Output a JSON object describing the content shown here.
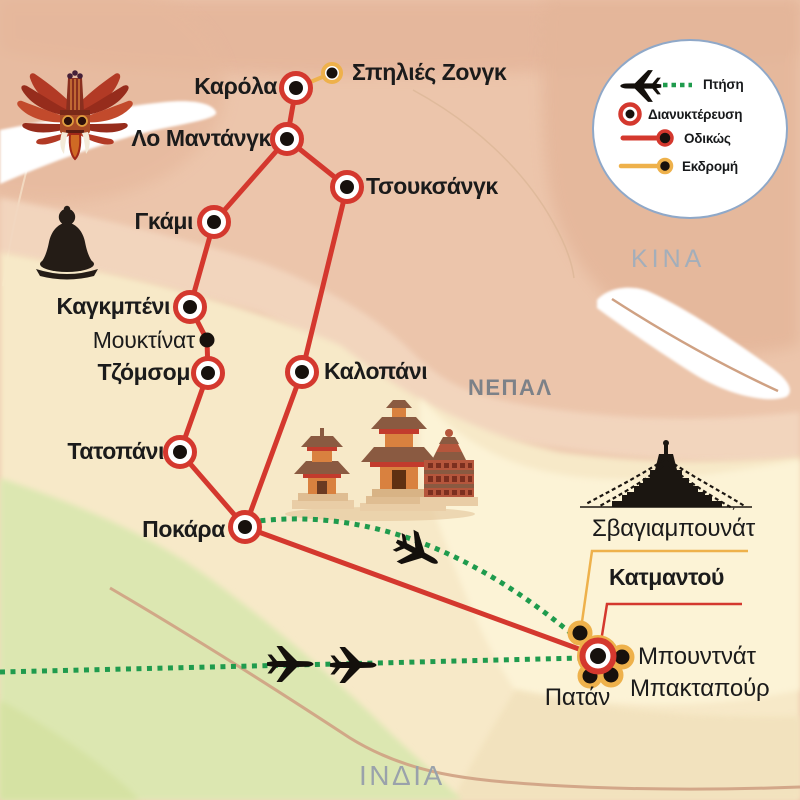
{
  "map": {
    "regions": [
      {
        "id": "kina",
        "label": "ΚΙΝΑ"
      },
      {
        "id": "nepal",
        "label": "ΝΕΠΑΛ"
      },
      {
        "id": "india",
        "label": "ΙΝΔΙΑ"
      }
    ],
    "stops": [
      {
        "id": "karola",
        "name": "Καρόλα",
        "type": "overnight"
      },
      {
        "id": "spilies-zonk",
        "name": "Σπηλιές Ζονγκ",
        "type": "excursion"
      },
      {
        "id": "lo-mantank",
        "name": "Λο Μαντάνγκ",
        "type": "overnight"
      },
      {
        "id": "tsouksank",
        "name": "Τσουκσάνγκ",
        "type": "overnight"
      },
      {
        "id": "gami",
        "name": "Γκάμι",
        "type": "overnight"
      },
      {
        "id": "kagkmpeni",
        "name": "Καγκμπένι",
        "type": "overnight"
      },
      {
        "id": "mouktinat",
        "name": "Μουκτίνατ",
        "type": "waypoint"
      },
      {
        "id": "tzomsom",
        "name": "Τζόμσομ",
        "type": "overnight"
      },
      {
        "id": "kalopani",
        "name": "Καλοπάνι",
        "type": "overnight"
      },
      {
        "id": "tatopani",
        "name": "Τατοπάνι",
        "type": "overnight"
      },
      {
        "id": "pokara",
        "name": "Ποκάρα",
        "type": "overnight"
      },
      {
        "id": "svagiampounat",
        "name": "Σβαγιαμπουνάτ",
        "type": "sight"
      },
      {
        "id": "katmantou",
        "name": "Κατμαντού",
        "type": "overnight"
      },
      {
        "id": "mpountnat",
        "name": "Μπουντνάτ",
        "type": "excursion"
      },
      {
        "id": "mpaktapour",
        "name": "Μπακταπούρ",
        "type": "excursion"
      },
      {
        "id": "patan",
        "name": "Πατάν",
        "type": "excursion"
      }
    ]
  },
  "legend": {
    "items": [
      {
        "id": "flight",
        "label": "Πτήση"
      },
      {
        "id": "overnight",
        "label": "Διανυκτέρευση"
      },
      {
        "id": "road",
        "label": "Οδικώς"
      },
      {
        "id": "excursion",
        "label": "Εκδρομή"
      }
    ]
  },
  "colors": {
    "road": "#d4382e",
    "excursion": "#eeb14b",
    "flight": "#1f9b4d",
    "marker_core": "#17110d",
    "legend_border": "#8fa8c8",
    "terrain_salmon": "#ecc5ab",
    "terrain_cream": "#f7e9c8",
    "terrain_green": "#dce7b1"
  },
  "icons": [
    "demon-mask",
    "buddha-statue",
    "durbar-temples",
    "stupa-silhouette",
    "airplane"
  ]
}
